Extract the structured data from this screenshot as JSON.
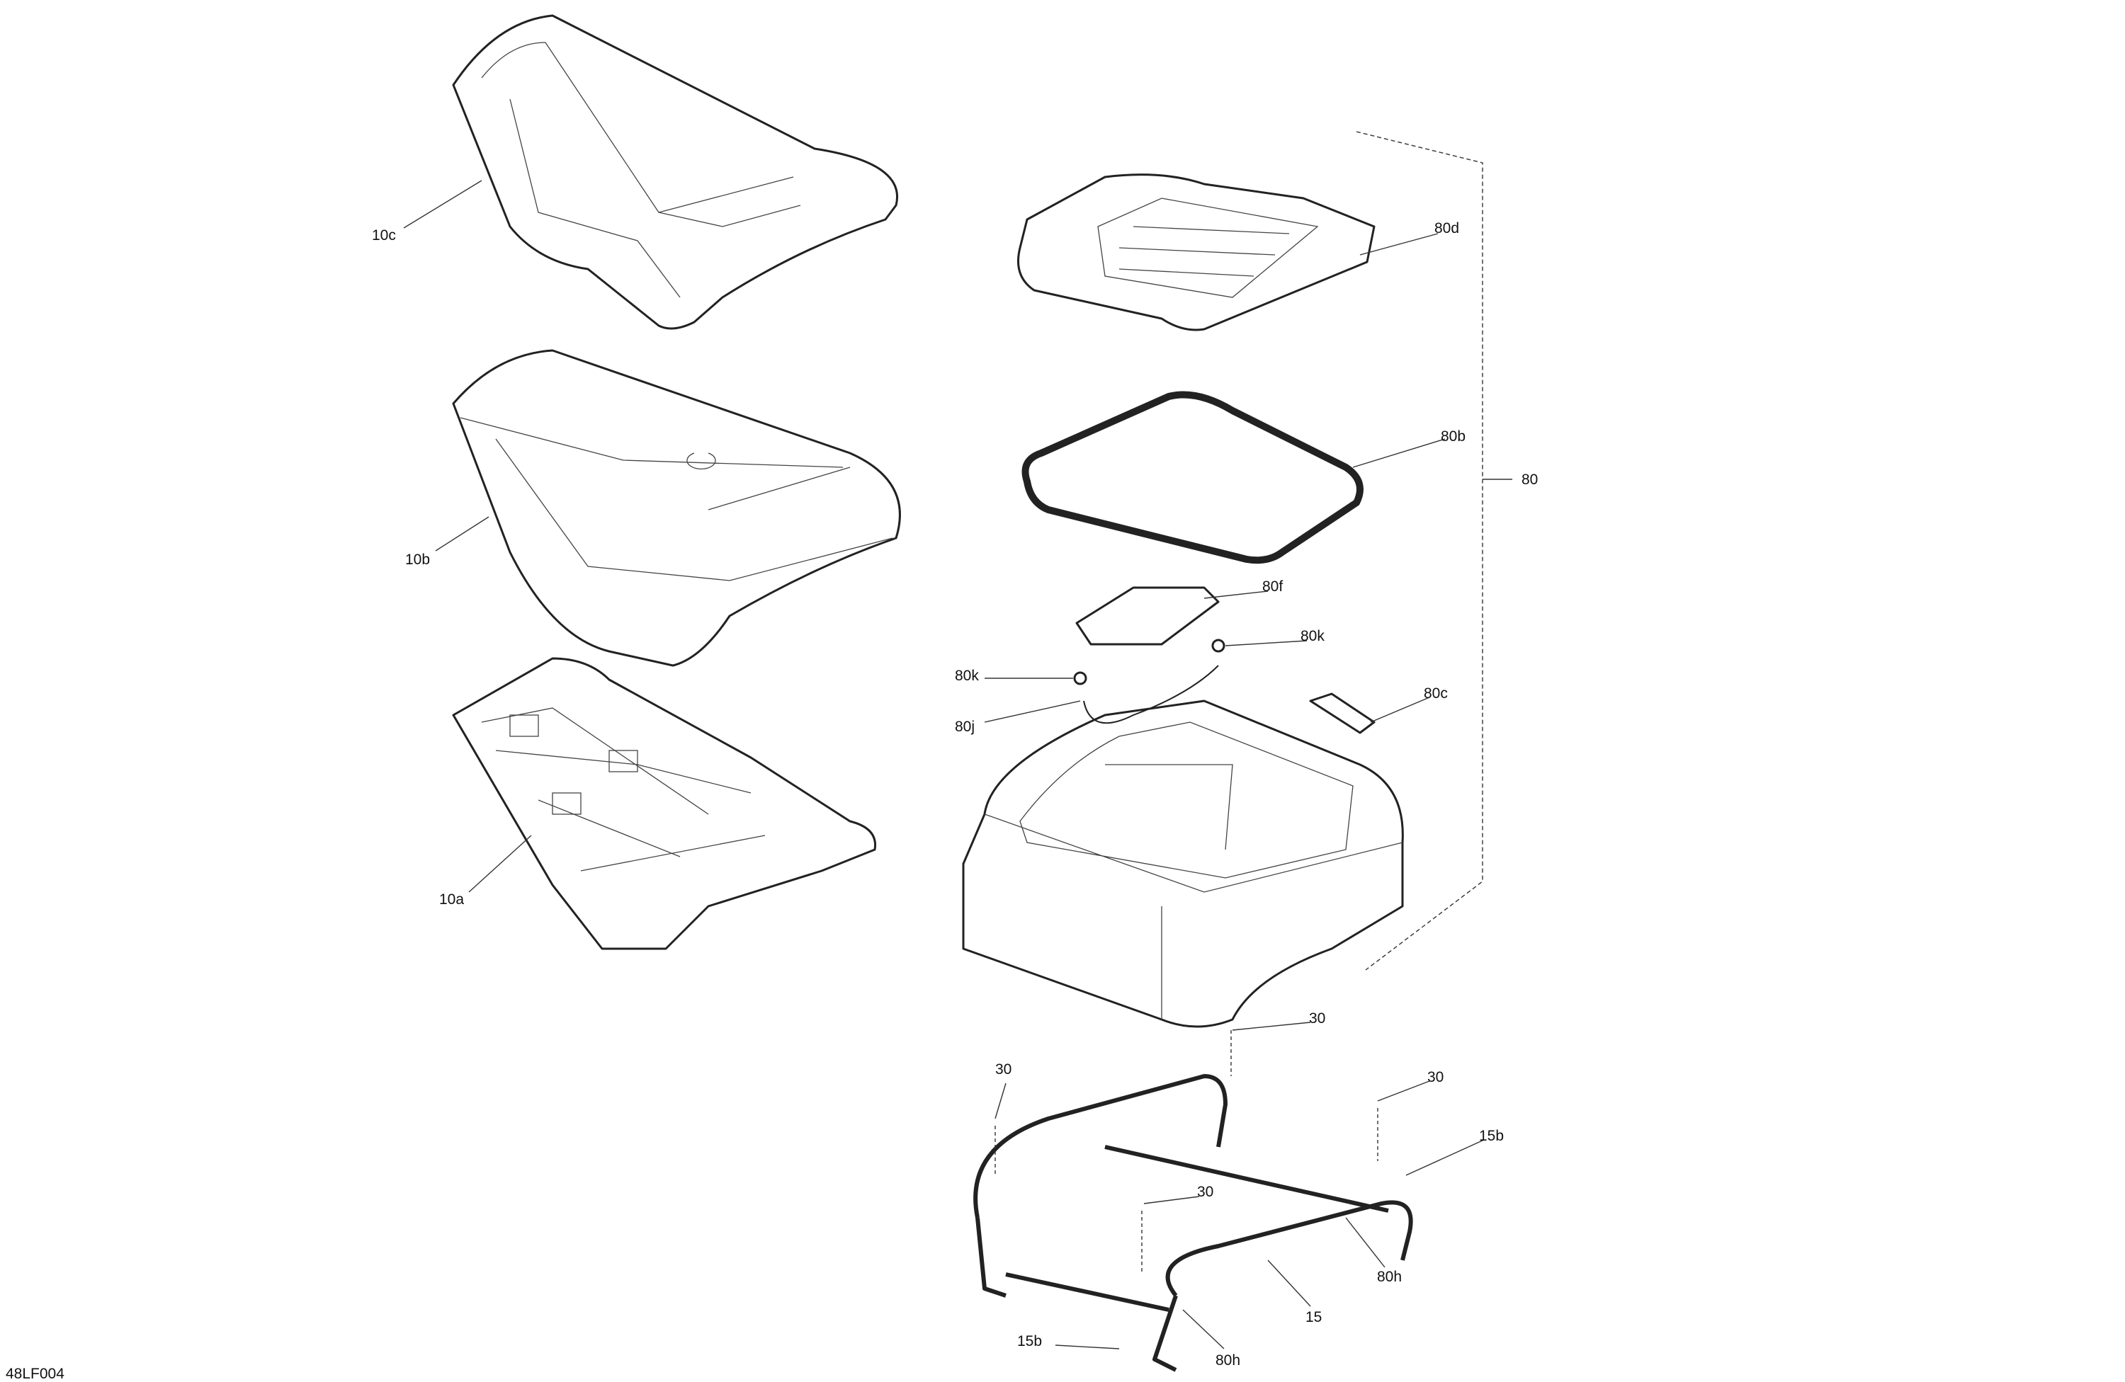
{
  "diagram_id": "48LF004",
  "callouts": {
    "c10c": "10c",
    "c10b": "10b",
    "c10a": "10a",
    "c80d": "80d",
    "c80b": "80b",
    "c80": "80",
    "c80f": "80f",
    "c80k_right": "80k",
    "c80k_left": "80k",
    "c80j": "80j",
    "c80c": "80c",
    "c30_top": "30",
    "c30_left": "30",
    "c30_right": "30",
    "c30_mid": "30",
    "c15b_right": "15b",
    "c15b_left": "15b",
    "c80h_right": "80h",
    "c80h_left": "80h",
    "c15": "15"
  }
}
